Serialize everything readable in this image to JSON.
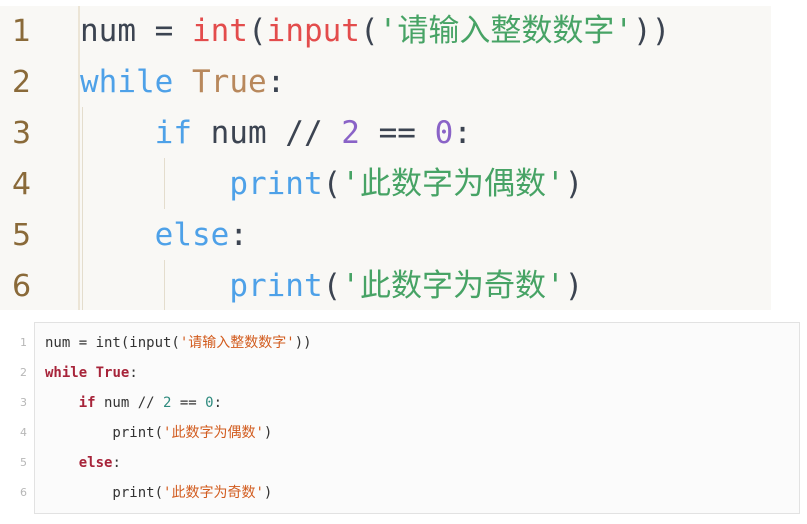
{
  "top_editor": {
    "lines": [
      {
        "number": "1",
        "tokens": [
          {
            "text": "num = ",
            "cls": "b-plain"
          },
          {
            "text": "int",
            "cls": "b-fn"
          },
          {
            "text": "(",
            "cls": "b-plain"
          },
          {
            "text": "input",
            "cls": "b-fn"
          },
          {
            "text": "(",
            "cls": "b-plain"
          },
          {
            "text": "'请输入整数数字'",
            "cls": "b-str"
          },
          {
            "text": "))",
            "cls": "b-plain"
          }
        ]
      },
      {
        "number": "2",
        "tokens": [
          {
            "text": "while",
            "cls": "b-kw"
          },
          {
            "text": " ",
            "cls": "b-plain"
          },
          {
            "text": "True",
            "cls": "b-kw2"
          },
          {
            "text": ":",
            "cls": "b-plain"
          }
        ]
      },
      {
        "number": "3",
        "tokens": [
          {
            "text": "    ",
            "cls": "b-plain"
          },
          {
            "text": "if",
            "cls": "b-kw"
          },
          {
            "text": " num // ",
            "cls": "b-plain"
          },
          {
            "text": "2",
            "cls": "b-num"
          },
          {
            "text": " == ",
            "cls": "b-plain"
          },
          {
            "text": "0",
            "cls": "b-num"
          },
          {
            "text": ":",
            "cls": "b-plain"
          }
        ]
      },
      {
        "number": "4",
        "tokens": [
          {
            "text": "        ",
            "cls": "b-plain"
          },
          {
            "text": "print",
            "cls": "b-call"
          },
          {
            "text": "(",
            "cls": "b-plain"
          },
          {
            "text": "'此数字为偶数'",
            "cls": "b-str"
          },
          {
            "text": ")",
            "cls": "b-plain"
          }
        ]
      },
      {
        "number": "5",
        "tokens": [
          {
            "text": "    ",
            "cls": "b-plain"
          },
          {
            "text": "else",
            "cls": "b-kw"
          },
          {
            "text": ":",
            "cls": "b-plain"
          }
        ]
      },
      {
        "number": "6",
        "tokens": [
          {
            "text": "        ",
            "cls": "b-plain"
          },
          {
            "text": "print",
            "cls": "b-call"
          },
          {
            "text": "(",
            "cls": "b-plain"
          },
          {
            "text": "'此数字为奇数'",
            "cls": "b-str"
          },
          {
            "text": ")",
            "cls": "b-plain"
          }
        ]
      }
    ]
  },
  "bottom_editor": {
    "lines": [
      {
        "number": "1",
        "tokens": [
          {
            "text": "num = int(input(",
            "cls": ""
          },
          {
            "text": "'请输入整数数字'",
            "cls": "s-str"
          },
          {
            "text": "))",
            "cls": ""
          }
        ]
      },
      {
        "number": "2",
        "tokens": [
          {
            "text": "while",
            "cls": "s-kw"
          },
          {
            "text": " ",
            "cls": ""
          },
          {
            "text": "True",
            "cls": "s-kw"
          },
          {
            "text": ":",
            "cls": ""
          }
        ]
      },
      {
        "number": "3",
        "tokens": [
          {
            "text": "    ",
            "cls": ""
          },
          {
            "text": "if",
            "cls": "s-kw"
          },
          {
            "text": " num // ",
            "cls": ""
          },
          {
            "text": "2",
            "cls": "s-num"
          },
          {
            "text": " == ",
            "cls": ""
          },
          {
            "text": "0",
            "cls": "s-num"
          },
          {
            "text": ":",
            "cls": ""
          }
        ]
      },
      {
        "number": "4",
        "tokens": [
          {
            "text": "        print(",
            "cls": ""
          },
          {
            "text": "'此数字为偶数'",
            "cls": "s-str"
          },
          {
            "text": ")",
            "cls": ""
          }
        ]
      },
      {
        "number": "5",
        "tokens": [
          {
            "text": "    ",
            "cls": ""
          },
          {
            "text": "else",
            "cls": "s-kw"
          },
          {
            "text": ":",
            "cls": ""
          }
        ]
      },
      {
        "number": "6",
        "tokens": [
          {
            "text": "        print(",
            "cls": ""
          },
          {
            "text": "'此数字为奇数'",
            "cls": "s-str"
          },
          {
            "text": ")",
            "cls": ""
          }
        ]
      }
    ]
  }
}
